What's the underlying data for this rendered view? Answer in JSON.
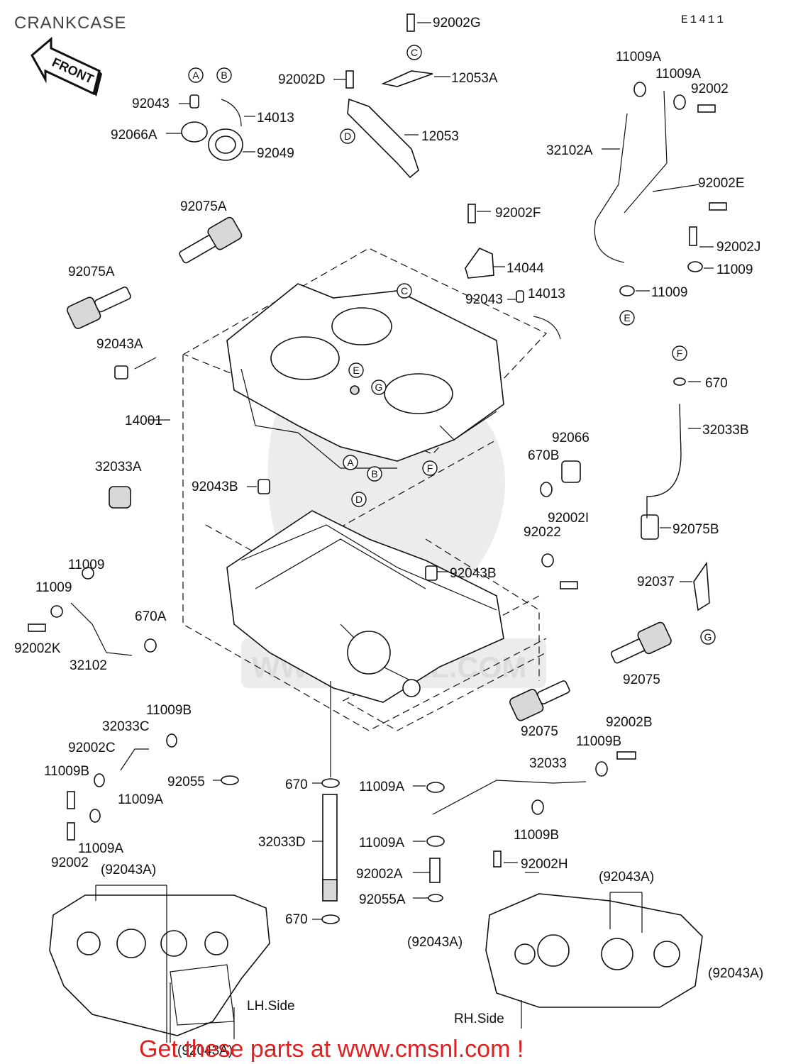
{
  "header": {
    "title": "CRANKCASE",
    "diagram_code": "E1411",
    "front_arrow_text": "FRONT"
  },
  "callouts": [
    {
      "letter": "A"
    },
    {
      "letter": "B"
    },
    {
      "letter": "C"
    },
    {
      "letter": "D"
    },
    {
      "letter": "C"
    },
    {
      "letter": "E"
    },
    {
      "letter": "G"
    },
    {
      "letter": "A"
    },
    {
      "letter": "B"
    },
    {
      "letter": "F"
    },
    {
      "letter": "D"
    },
    {
      "letter": "E"
    },
    {
      "letter": "F"
    },
    {
      "letter": "G"
    }
  ],
  "part_labels": [
    "92002G",
    "12053A",
    "92002D",
    "12053",
    "92043",
    "14013",
    "92066A",
    "92049",
    "11009A",
    "11009A",
    "92002",
    "32102A",
    "92002E",
    "92002J",
    "11009",
    "11009",
    "92075A",
    "92002F",
    "14044",
    "92075A",
    "92043",
    "14013",
    "92043A",
    "670",
    "14001",
    "32033B",
    "32033A",
    "92066",
    "670B",
    "92043B",
    "92002I",
    "92022",
    "92075B",
    "92043B",
    "11009",
    "11009",
    "92037",
    "670A",
    "92002K",
    "32102",
    "92075",
    "11009B",
    "32033C",
    "92075",
    "92002B",
    "11009B",
    "92002C",
    "11009B",
    "92055",
    "670",
    "11009A",
    "32033",
    "11009A",
    "11009A",
    "11009B",
    "32033D",
    "11009A",
    "92002",
    "92002H",
    "92002A",
    "92055A",
    "670",
    "(92043A)",
    "(92043A)",
    "(92043A)",
    "(92043A)",
    "(92043A)"
  ],
  "sides": {
    "left": "LH.Side",
    "right": "RH.Side"
  },
  "watermark": "WWW.CMSNL.COM",
  "footer_banner": "Get these parts at www.cmsnl.com !"
}
